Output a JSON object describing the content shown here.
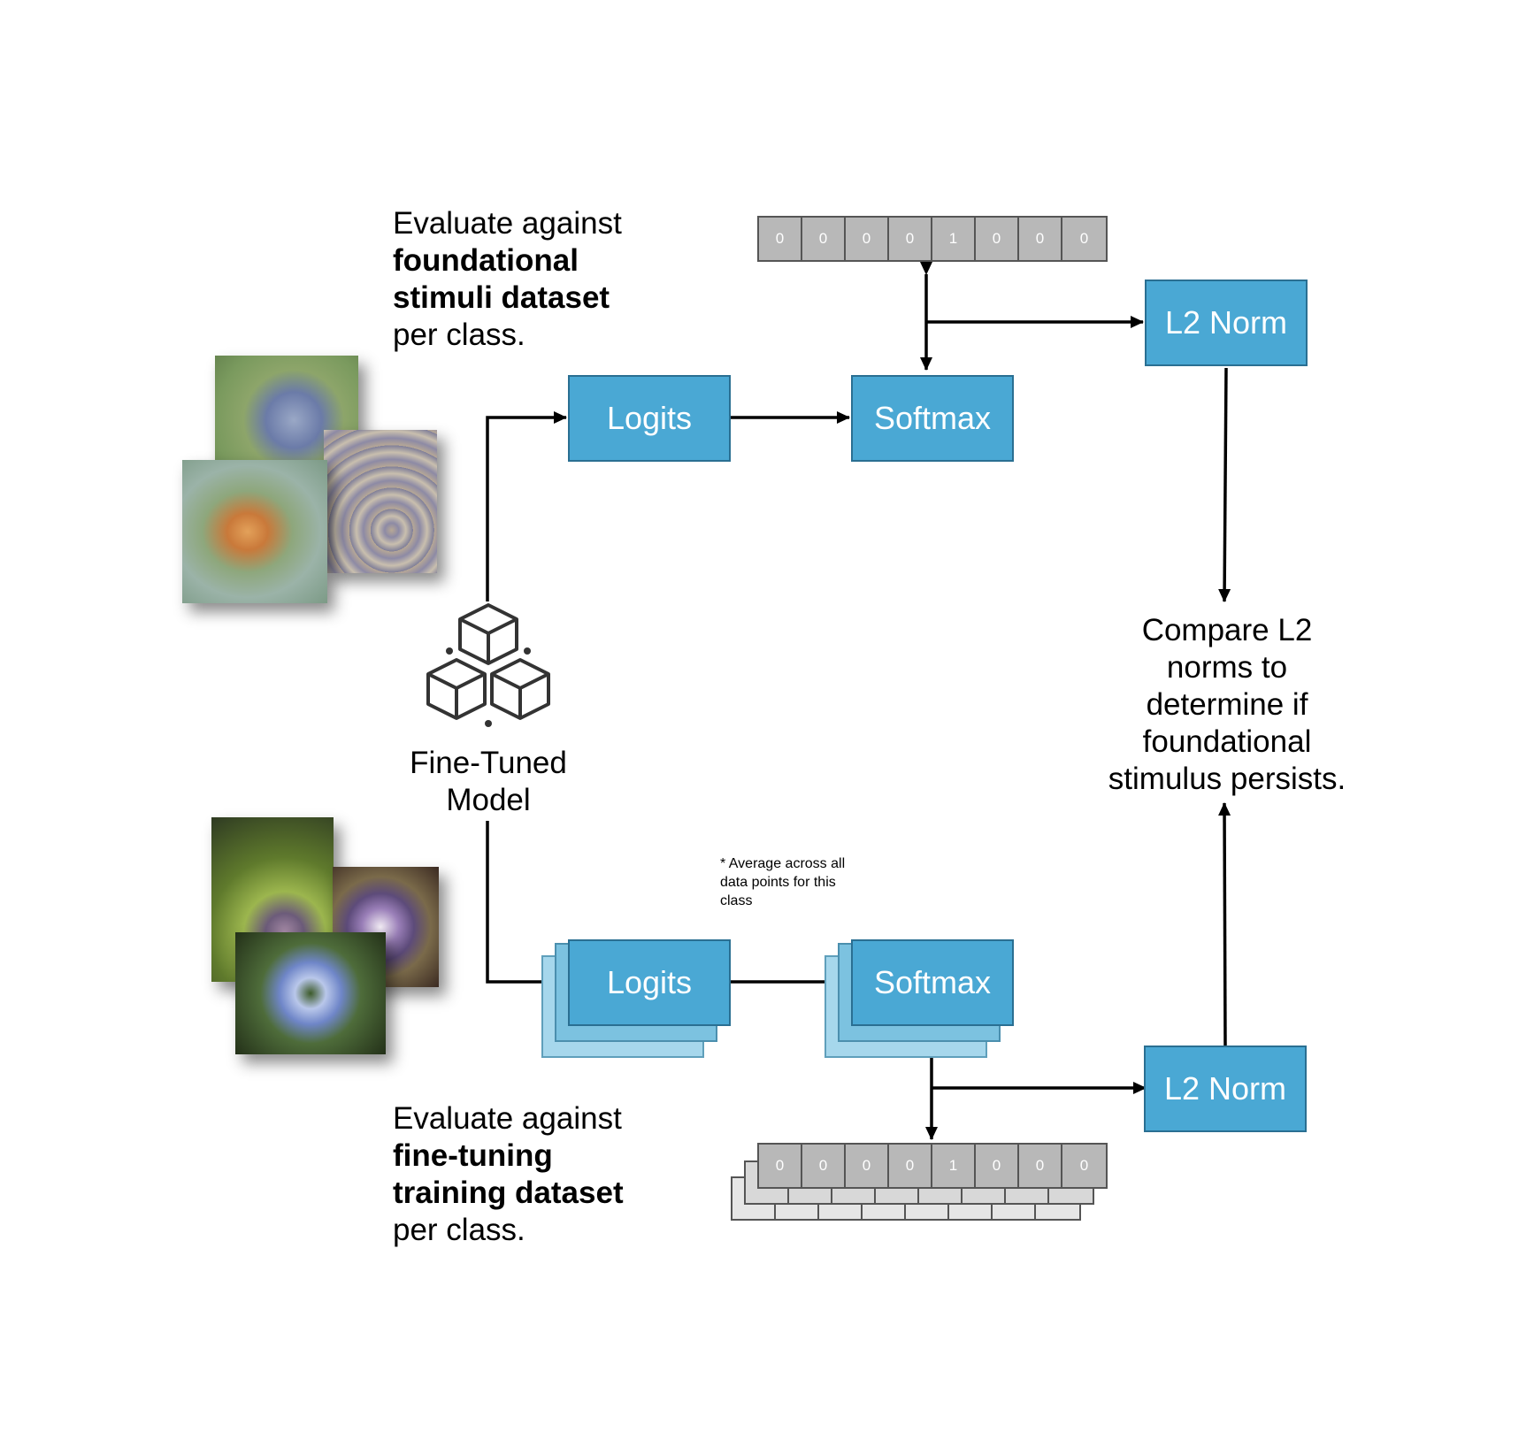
{
  "top": {
    "caption_line1": "Evaluate against",
    "caption_bold1": "foundational",
    "caption_bold2": "stimuli dataset",
    "caption_line4": "per class.",
    "logits_label": "Logits",
    "softmax_label": "Softmax",
    "l2_label": "L2 Norm",
    "onehot": [
      "0",
      "0",
      "0",
      "0",
      "1",
      "0",
      "0",
      "0"
    ]
  },
  "model": {
    "label_line1": "Fine-Tuned",
    "label_line2": "Model",
    "icon": "cubes-icon"
  },
  "compare": {
    "line1": "Compare L2",
    "line2": "norms to",
    "line3": "determine if",
    "line4": "foundational",
    "line5": "stimulus persists."
  },
  "bottom": {
    "note_line1": "* Average  across all",
    "note_line2": "data points for this",
    "note_line3": "class",
    "caption_line1": "Evaluate against",
    "caption_bold1": "fine-tuning",
    "caption_bold2": "training dataset",
    "caption_line4": "per class.",
    "logits_label": "Logits",
    "softmax_label": "Softmax",
    "l2_label": "L2 Norm",
    "onehot": [
      "0",
      "0",
      "0",
      "0",
      "1",
      "0",
      "0",
      "0"
    ]
  },
  "colors": {
    "box": "#4aa8d4",
    "box_border": "#2a6f92",
    "vector_cell": "#b8b8b8"
  }
}
